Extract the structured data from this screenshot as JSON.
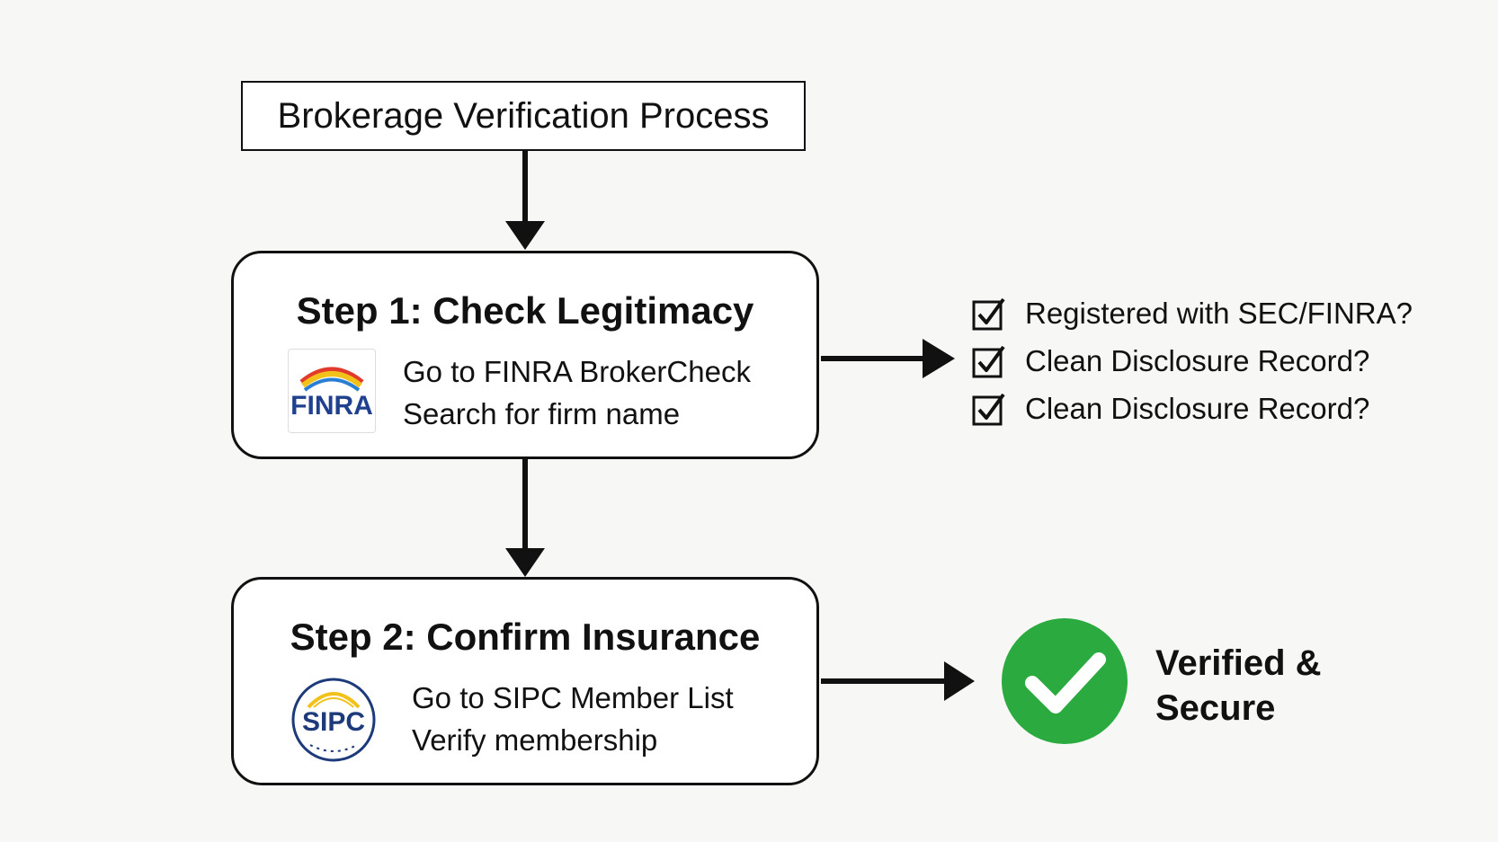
{
  "title": "Brokerage Verification Process",
  "step1": {
    "title": "Step 1: Check Legitimacy",
    "logo_text": "FINRA",
    "lines": [
      "Go to FINRA BrokerCheck",
      "Search for firm name"
    ]
  },
  "step2": {
    "title": "Step 2: Confirm Insurance",
    "logo_text": "SIPC",
    "lines": [
      "Go to SIPC Member List",
      "Verify membership"
    ]
  },
  "checklist": [
    "Registered with SEC/FINRA?",
    "Clean Disclosure Record?",
    "Clean Disclosure Record?"
  ],
  "result": {
    "line1": "Verified &",
    "line2": "Secure"
  },
  "colors": {
    "success_green": "#2bab3f",
    "finra_blue": "#1f3f8f",
    "finra_yellow": "#f2c21b",
    "sipc_navy": "#1d3a7a"
  },
  "icons": {
    "check": "checkbox-checked-icon",
    "verified": "check-circle-icon"
  }
}
